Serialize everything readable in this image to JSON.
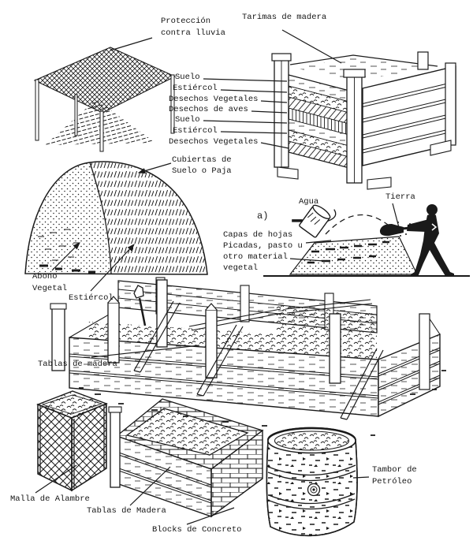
{
  "figure": {
    "ink_color": "#1a1a1a",
    "paper_color": "#ffffff",
    "labels": {
      "proteccion": "Protección\ncontra lluvia",
      "tarimas": "Tarimas de madera",
      "layers": [
        "Suelo",
        "Estiércol",
        "Desechos Vegetales",
        "Desechos de aves",
        "Suelo",
        "Estiércol",
        "Desechos Vegetales"
      ],
      "cubiertas": "Cubiertas de\nSuelo o Paja",
      "marker_a": "a)",
      "agua": "Agua",
      "tierra": "Tierra",
      "capas": "Capas de hojas\nPicadas, pasto u\notro material\nvegetal",
      "abono": "Abono\nVegetal",
      "estiercol": "Estiércol",
      "tablas_madera": "Tablas de madera",
      "malla_alambre": "Malla de Alambre",
      "tablas_madera_2": "Tablas de Madera",
      "blocks_concreto": "Blocks de Concreto",
      "tambor": "Tambor de\nPetróleo"
    }
  }
}
